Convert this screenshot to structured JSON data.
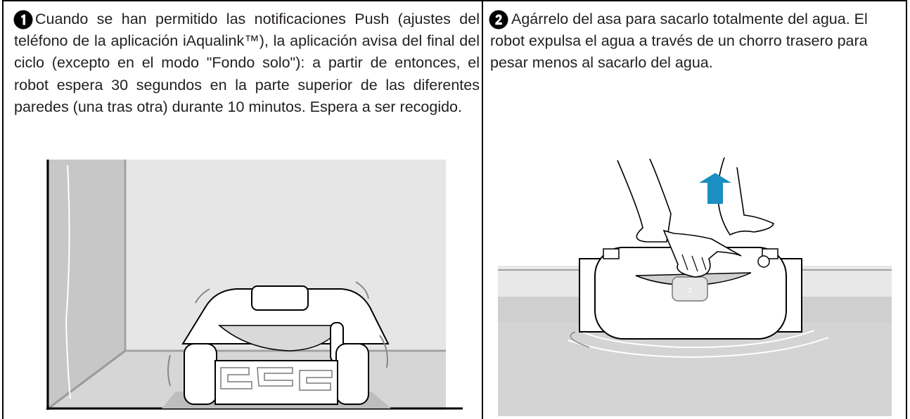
{
  "steps": [
    {
      "number": "1",
      "icon": "number-one-circle-icon",
      "text": "Cuando se han permitido las notificaciones Push (ajustes del teléfono de la aplicación iAqualink™), la aplicación avisa del final del ciclo (excepto en el modo \"Fondo solo\"): a partir de entonces, el robot espera 30 segundos en la parte superior de las diferentes paredes (una tras otra) durante 10 minutos. Espera a ser recogido."
    },
    {
      "number": "2",
      "icon": "number-two-circle-icon",
      "text": "Agárrelo del asa para sacarlo totalmente del agua. El robot expulsa el agua a través de un chorro trasero para pesar menos al sacarlo del agua."
    }
  ],
  "colors": {
    "border": "#000000",
    "text": "#231f20",
    "wall": "#e6e6e6",
    "floor": "#d9d9d9",
    "arrow": "#1a8fc1"
  }
}
